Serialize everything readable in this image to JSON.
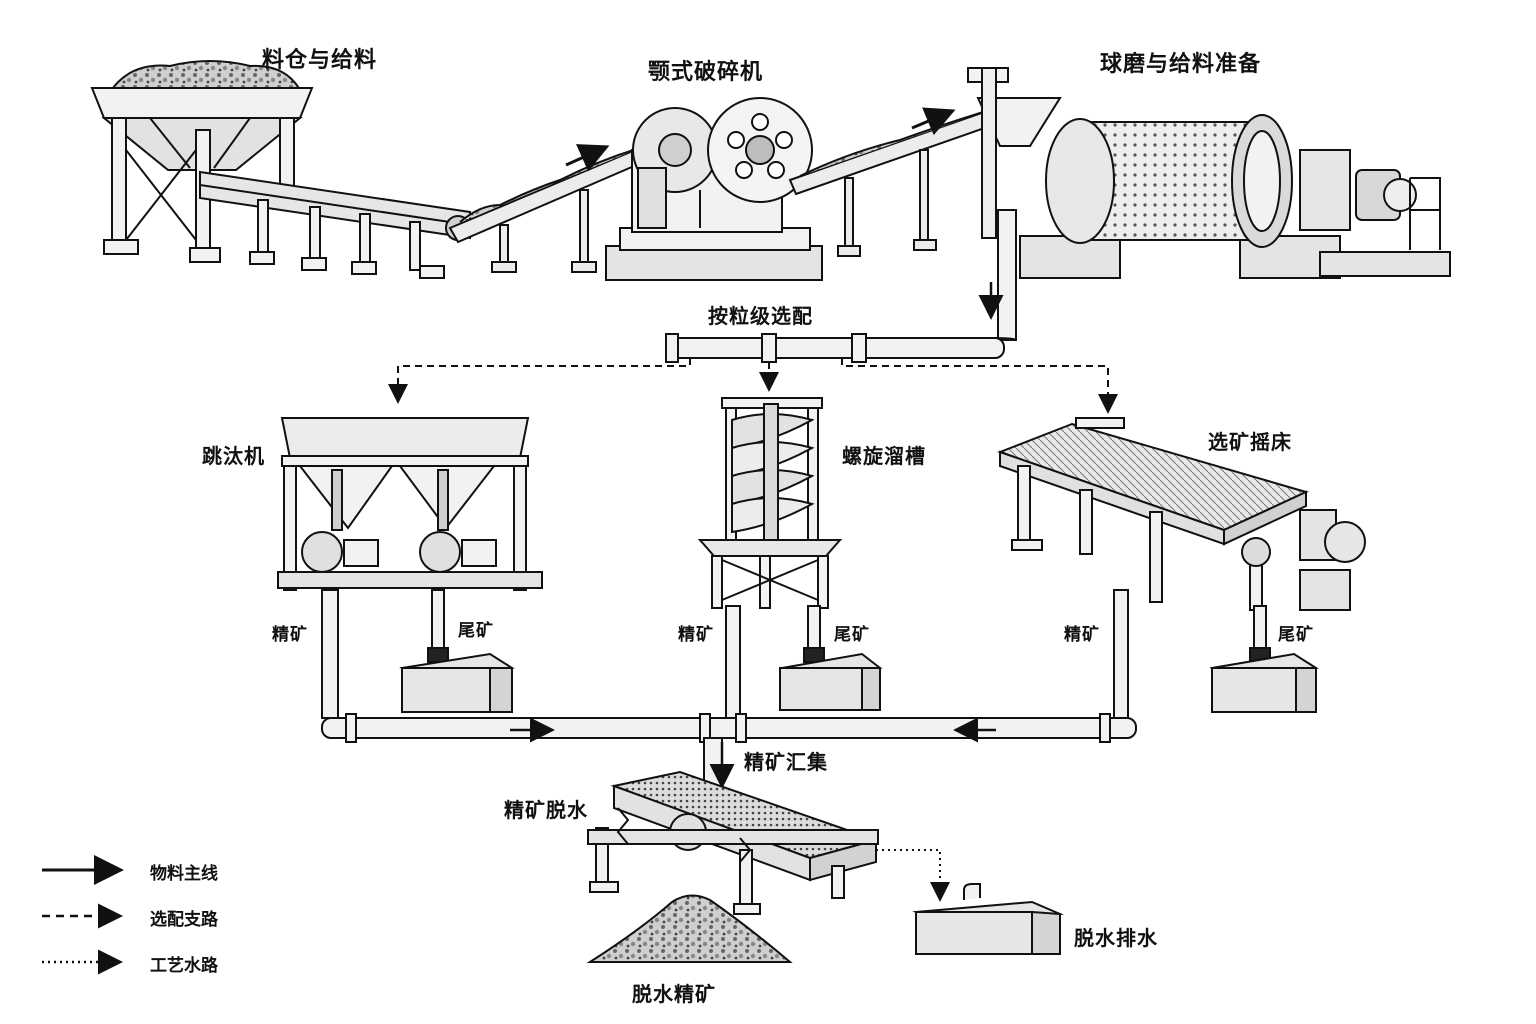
{
  "stages": {
    "hopper_feed": "料仓与给料",
    "jaw_crusher": "颚式破碎机",
    "ball_mill": "球磨与给料准备",
    "grade_distribution": "按粒级选配",
    "jig": "跳汰机",
    "spiral_chute": "螺旋溜槽",
    "shaking_table": "选矿摇床",
    "concentrate_collection": "精矿汇集",
    "concentrate_dewatering": "精矿脱水",
    "dewatered_concentrate": "脱水精矿",
    "dewatering_drain": "脱水排水"
  },
  "outputs": {
    "concentrate": "精矿",
    "tailings": "尾矿"
  },
  "legend": [
    {
      "style": "solid",
      "label": "物料主线"
    },
    {
      "style": "dashed",
      "label": "选配支路"
    },
    {
      "style": "dotted",
      "label": "工艺水路"
    }
  ],
  "colors": {
    "line": "#111111",
    "metal_fill": "#f2f2f2",
    "shade": "#bdbdbd",
    "concrete": "#e6e6e6"
  }
}
